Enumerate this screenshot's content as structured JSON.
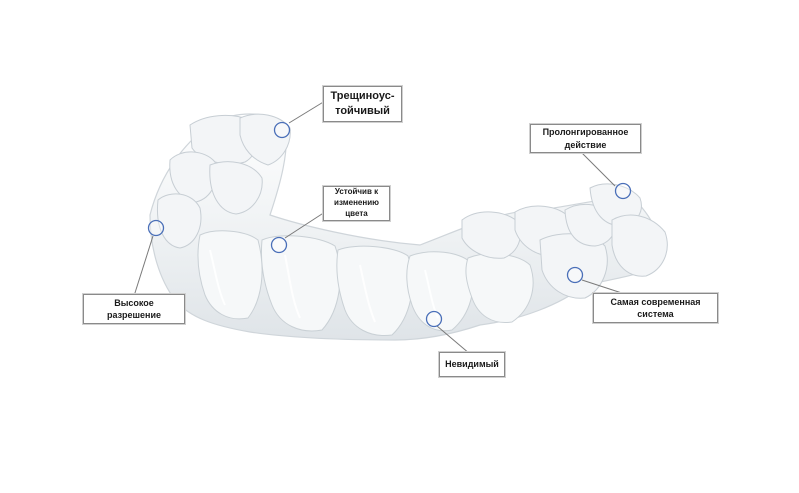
{
  "labels": {
    "crack_resistant": "Трещиноус-\nтойчивый",
    "color_stable": "Устойчив к\nизменению\nцвета",
    "prolonged_action": "Пролонгированное\nдействие",
    "high_resolution": "Высокое\nразрешение",
    "modern_system": "Самая современная\nсистема",
    "invisible": "Невидимый"
  },
  "icons": {
    "marker": "circle-marker-icon",
    "object": "clear-aligner-icon"
  },
  "colors": {
    "marker_stroke": "#4a6fb8",
    "leader_line": "#7a7a7a",
    "label_border": "#8a8a8a",
    "aligner_fill": "#eef1f3",
    "aligner_edge": "#c9d0d5"
  }
}
